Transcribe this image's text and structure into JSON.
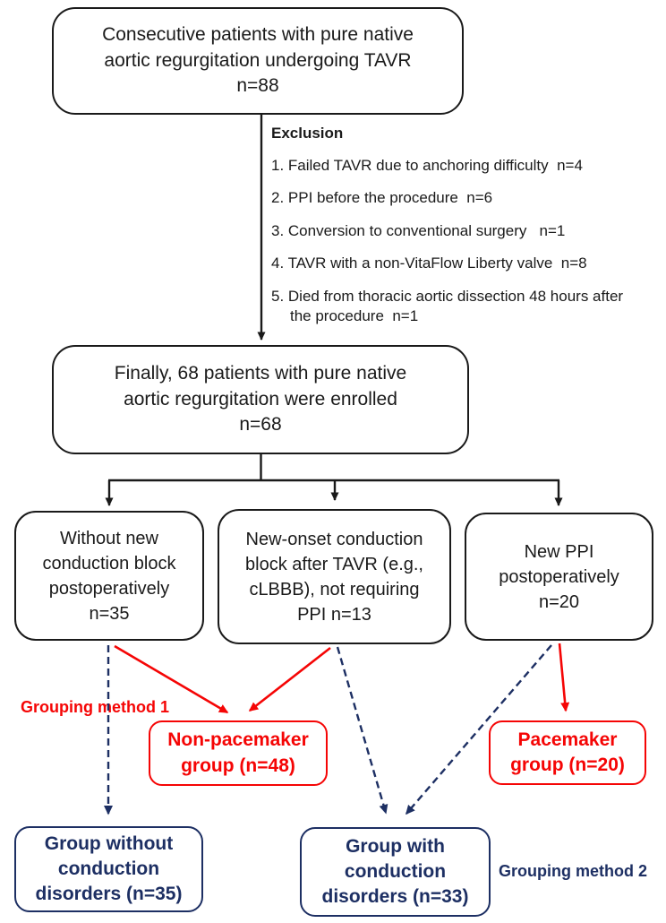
{
  "palette": {
    "line": "#1a1a1a",
    "red": "#f50505",
    "navy": "#1d2f63"
  },
  "flow": {
    "box_initial": "Consecutive patients with pure native\naortic regurgitation undergoing TAVR\nn=88",
    "exclusion_heading": "Exclusion",
    "exclusion_items": [
      "1. Failed TAVR due to anchoring difficulty  n=4",
      "2. PPI before the procedure  n=6",
      "3. Conversion to conventional surgery   n=1",
      "4. TAVR with a non-VitaFlow Liberty valve  n=8",
      "5. Died from thoracic aortic dissection 48 hours after\nthe procedure  n=1"
    ],
    "box_enrolled": "Finally, 68 patients with pure native\naortic regurgitation were enrolled\nn=68",
    "box_without_new_block": "Without new\nconduction block\npostoperatively\nn=35",
    "box_new_onset_block": "New-onset conduction\nblock after TAVR (e.g.,\ncLBBB), not requiring\nPPI n=13",
    "box_new_ppi": "New PPI\npostoperatively\nn=20",
    "box_non_pacemaker_group": "Non-pacemaker\ngroup (n=48)",
    "box_pacemaker_group": "Pacemaker\ngroup (n=20)",
    "box_group_without_disorders": "Group without\nconduction\ndisorders (n=35)",
    "box_group_with_disorders": "Group with\nconduction\ndisorders (n=33)",
    "label_grouping_method_1": "Grouping method 1",
    "label_grouping_method_2": "Grouping method 2"
  }
}
